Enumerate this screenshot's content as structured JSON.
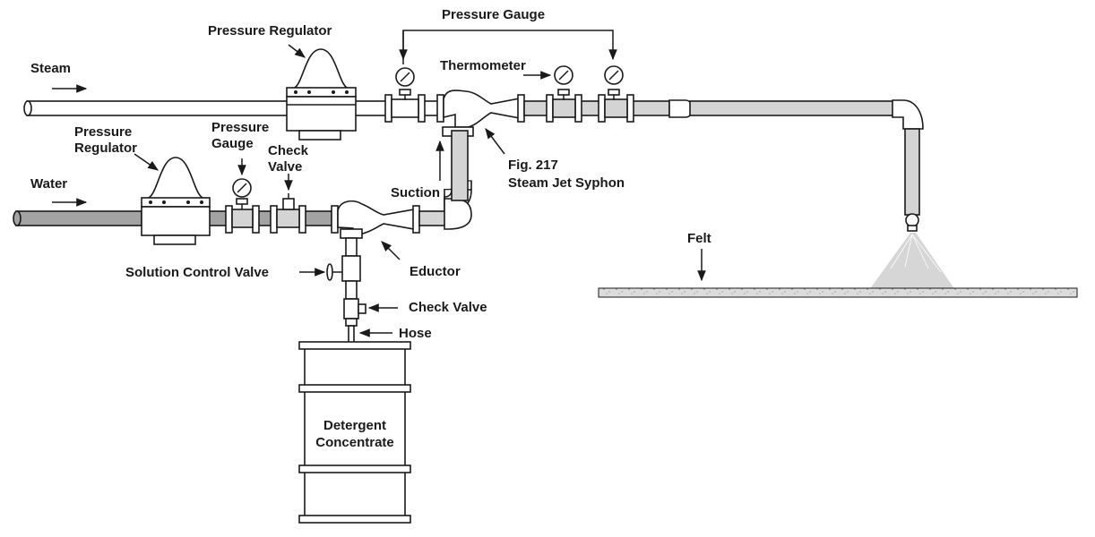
{
  "labels": {
    "steam": "Steam",
    "water": "Water",
    "pressure_regulator_top": "Pressure Regulator",
    "pressure_regulator_left_1": "Pressure",
    "pressure_regulator_left_2": "Regulator",
    "pressure_gauge_top": "Pressure Gauge",
    "thermometer": "Thermometer",
    "pressure_gauge_left_1": "Pressure",
    "pressure_gauge_left_2": "Gauge",
    "check_valve_top_1": "Check",
    "check_valve_top_2": "Valve",
    "suction": "Suction",
    "fig_number": "Fig. 217",
    "steam_jet_syphon": "Steam Jet Syphon",
    "felt": "Felt",
    "eductor": "Eductor",
    "solution_control_valve": "Solution Control Valve",
    "check_valve_bottom": "Check Valve",
    "hose": "Hose",
    "detergent_1": "Detergent",
    "detergent_2": "Concentrate"
  },
  "colors": {
    "steam_pipe": "#ffffff",
    "water_pipe": "#a3a3a3",
    "output_pipe": "#d4d4d4",
    "spray": "#d6d6d6",
    "felt": "#d8d8d8",
    "line": "#1a1a1a"
  },
  "icons": [
    "pressure-gauge-icon",
    "thermometer-icon",
    "pressure-regulator-icon",
    "check-valve-icon",
    "spray-nozzle-icon",
    "drum-icon"
  ]
}
